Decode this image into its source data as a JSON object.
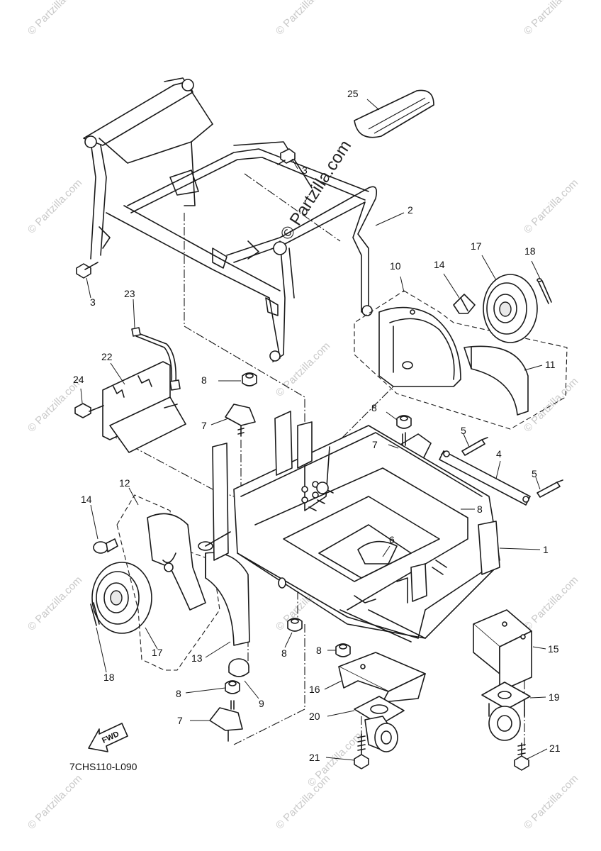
{
  "diagram": {
    "reference_code": "7CHS110-L090",
    "direction_badge": "FWD",
    "watermark_center": "© Partzilla.com",
    "watermark_repeat": "© Partzilla.com",
    "callouts": [
      {
        "id": "c25",
        "label": "25"
      },
      {
        "id": "c3a",
        "label": "3"
      },
      {
        "id": "c2",
        "label": "2"
      },
      {
        "id": "c3b",
        "label": "3"
      },
      {
        "id": "c10",
        "label": "10"
      },
      {
        "id": "c14a",
        "label": "14"
      },
      {
        "id": "c17a",
        "label": "17"
      },
      {
        "id": "c18a",
        "label": "18"
      },
      {
        "id": "c23",
        "label": "23"
      },
      {
        "id": "c22",
        "label": "22"
      },
      {
        "id": "c24",
        "label": "24"
      },
      {
        "id": "c8a",
        "label": "8"
      },
      {
        "id": "c7a",
        "label": "7"
      },
      {
        "id": "c11",
        "label": "11"
      },
      {
        "id": "c8b",
        "label": "8"
      },
      {
        "id": "c5a",
        "label": "5"
      },
      {
        "id": "c7b",
        "label": "7"
      },
      {
        "id": "c4",
        "label": "4"
      },
      {
        "id": "c5b",
        "label": "5"
      },
      {
        "id": "c12",
        "label": "12"
      },
      {
        "id": "c8c",
        "label": "8"
      },
      {
        "id": "c14b",
        "label": "14"
      },
      {
        "id": "c6",
        "label": "6"
      },
      {
        "id": "c1",
        "label": "1"
      },
      {
        "id": "c17b",
        "label": "17"
      },
      {
        "id": "c13",
        "label": "13"
      },
      {
        "id": "c8d",
        "label": "8"
      },
      {
        "id": "c8e",
        "label": "8"
      },
      {
        "id": "c15",
        "label": "15"
      },
      {
        "id": "c18b",
        "label": "18"
      },
      {
        "id": "c16",
        "label": "16"
      },
      {
        "id": "c8f",
        "label": "8"
      },
      {
        "id": "c9",
        "label": "9"
      },
      {
        "id": "c19",
        "label": "19"
      },
      {
        "id": "c7c",
        "label": "7"
      },
      {
        "id": "c20",
        "label": "20"
      },
      {
        "id": "c21a",
        "label": "21"
      },
      {
        "id": "c21b",
        "label": "21"
      }
    ]
  }
}
